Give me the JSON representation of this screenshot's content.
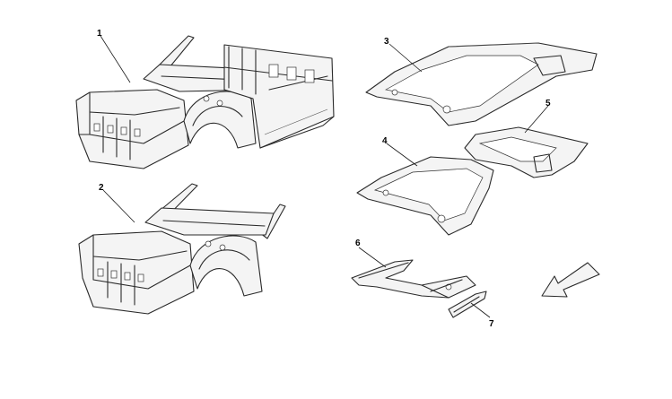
{
  "callouts": [
    {
      "id": "1",
      "label": "1"
    },
    {
      "id": "2",
      "label": "2"
    },
    {
      "id": "3",
      "label": "3"
    },
    {
      "id": "4",
      "label": "4"
    },
    {
      "id": "5",
      "label": "5"
    },
    {
      "id": "6",
      "label": "6"
    },
    {
      "id": "7",
      "label": "7"
    }
  ],
  "icons": {
    "direction": "front-direction-arrow-icon"
  }
}
